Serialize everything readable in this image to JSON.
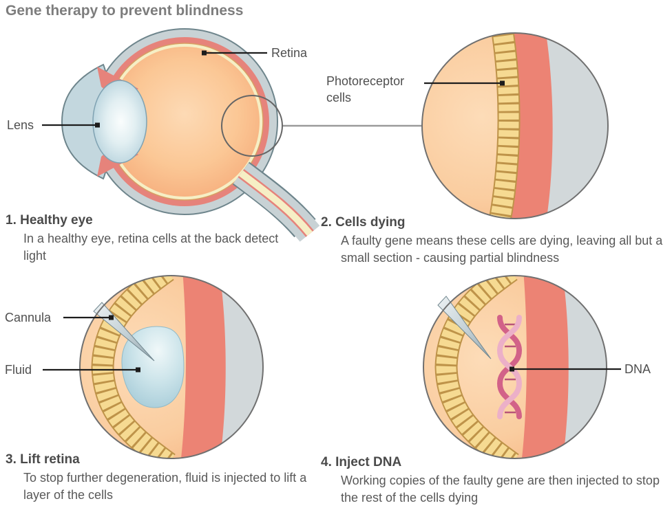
{
  "title": "Gene therapy to prevent blindness",
  "steps": [
    {
      "heading": "1. Healthy eye",
      "body": "In a healthy eye, retina cells at the back detect light"
    },
    {
      "heading": "2. Cells dying",
      "body": "A faulty gene means these cells are dying, leaving all but a small section - causing partial blindness"
    },
    {
      "heading": "3. Lift retina",
      "body": "To stop further degeneration, fluid is injected to lift a layer of the cells"
    },
    {
      "heading": "4. Inject DNA",
      "body": "Working copies of the faulty gene are then injected to stop the rest of the cells dying"
    }
  ],
  "labels": {
    "lens": "Lens",
    "retina": "Retina",
    "photoreceptor": "Photoreceptor cells",
    "cannula": "Cannula",
    "fluid": "Fluid",
    "dna": "DNA"
  },
  "colors": {
    "sclera_gray": "#C8D2D5",
    "choroid_red": "#EA8275",
    "retina_cream": "#F6EFC5",
    "eye_interior_peach": "#FACDA0",
    "cell_brick_gold": "#F6DA92",
    "cell_brick_outline": "#BE9349",
    "fluid_blue": "#BFDCE4",
    "dna_pink_dark": "#D26288",
    "dna_pink_light": "#ECB0C8",
    "pointer_black": "#1C1C1C",
    "text_gray": "#585858"
  }
}
